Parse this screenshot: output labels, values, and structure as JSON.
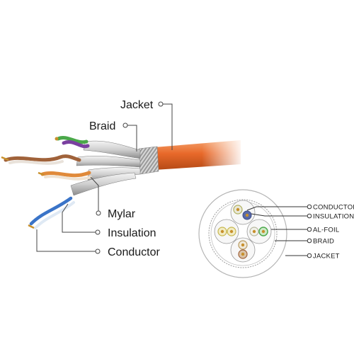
{
  "cable_labels": {
    "jacket": "Jacket",
    "braid": "Braid",
    "mylar": "Mylar",
    "insulation": "Insulation",
    "conductor": "Conductor"
  },
  "cross_section_labels": {
    "conductor": "CONDUCTOR",
    "insulation": "INSULATION",
    "al_foil": "AL-FOIL",
    "braid": "BRAID",
    "jacket": "JACKET"
  },
  "colors": {
    "jacket_orange": "#e8692a",
    "braid_silver": "#c9c9c9",
    "pair_brown": "#a0623a",
    "pair_green": "#4aa84a",
    "pair_blue": "#3a74c8",
    "pair_orange": "#e08a3a",
    "pair_purple": "#7a3fa0",
    "copper": "#c8902c",
    "callout_line": "#444444"
  }
}
